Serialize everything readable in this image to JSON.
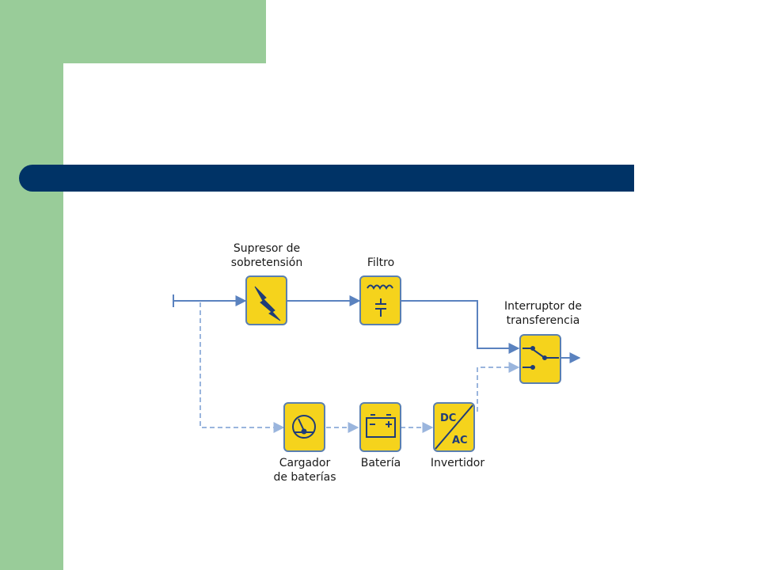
{
  "colors": {
    "sidebar_green": "#99cc99",
    "title_bar_navy": "#003366",
    "box_fill": "#f5d31c",
    "box_border": "#5a7fb0",
    "line_blue": "#5a82bf",
    "dashed_line_blue": "#9ab5dd"
  },
  "diagram": {
    "labels": {
      "surge_suppressor": [
        "Supresor de",
        "sobretensión"
      ],
      "filter": [
        "Filtro"
      ],
      "transfer_switch": [
        "Interruptor de",
        "transferencia"
      ],
      "battery_charger": [
        "Cargador",
        "de baterías"
      ],
      "battery": [
        "Batería"
      ],
      "inverter": [
        "Invertidor"
      ]
    },
    "inverter_box_text": {
      "top": "DC",
      "bottom": "AC"
    },
    "icons": {
      "surge_suppressor": "lightning-icon",
      "filter": "coil-capacitor-icon",
      "transfer_switch": "switch-icon",
      "battery_charger": "gauge-icon",
      "battery": "battery-icon",
      "inverter": "dc-ac-icon"
    }
  }
}
